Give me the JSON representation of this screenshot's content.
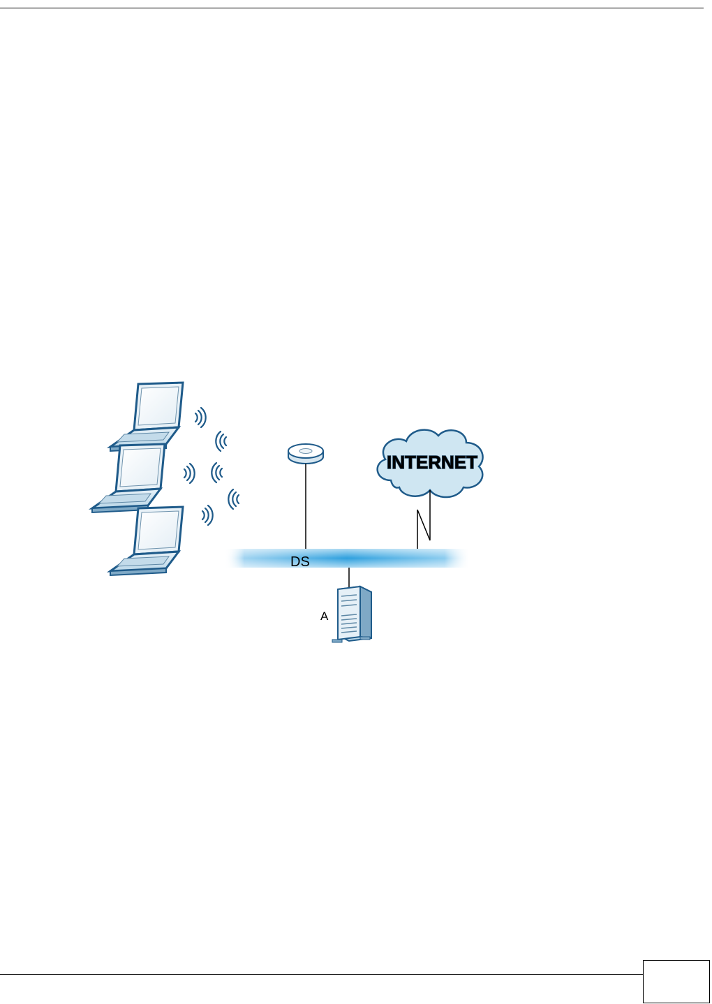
{
  "diagram": {
    "internet_label": "INTERNET",
    "ds_label": "DS",
    "server_label": "A"
  },
  "footer": {
    "page_number": ""
  },
  "colors": {
    "cloud_fill": "#cfe6f2",
    "ds_bar": "#3aa7e0",
    "device_outline": "#1f5b8a"
  },
  "icons": [
    "laptop-icon",
    "wireless-signal-icon",
    "access-point-icon",
    "internet-cloud-icon",
    "server-icon"
  ]
}
